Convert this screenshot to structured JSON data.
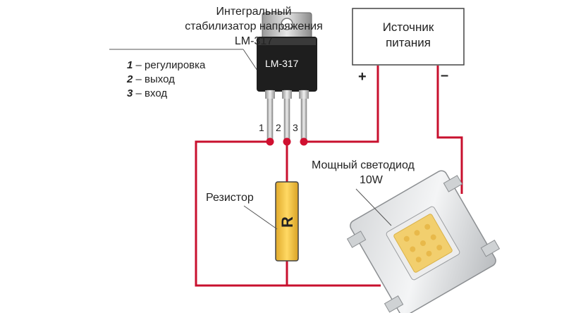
{
  "regulator": {
    "caption_lines": [
      "Интегральный",
      "стабилизатор напряжения",
      "LM-317"
    ],
    "chip_label": "LM-317",
    "pins": [
      {
        "num": "1",
        "desc": "– регулировка"
      },
      {
        "num": "2",
        "desc": "– выход"
      },
      {
        "num": "3",
        "desc": "– вход"
      }
    ]
  },
  "power_supply": {
    "label_lines": [
      "Источник",
      "питания"
    ],
    "plus": "+",
    "minus": "–"
  },
  "resistor": {
    "caption": "Резистор",
    "letter": "R"
  },
  "led": {
    "caption_lines": [
      "Мощный светодиод",
      "10W"
    ]
  },
  "colors": {
    "wire": "#c8102e",
    "chip_body": "#1e1e1e",
    "resistor_fill": "#f5c53a",
    "led_phosphor": "#f2cf6e"
  }
}
